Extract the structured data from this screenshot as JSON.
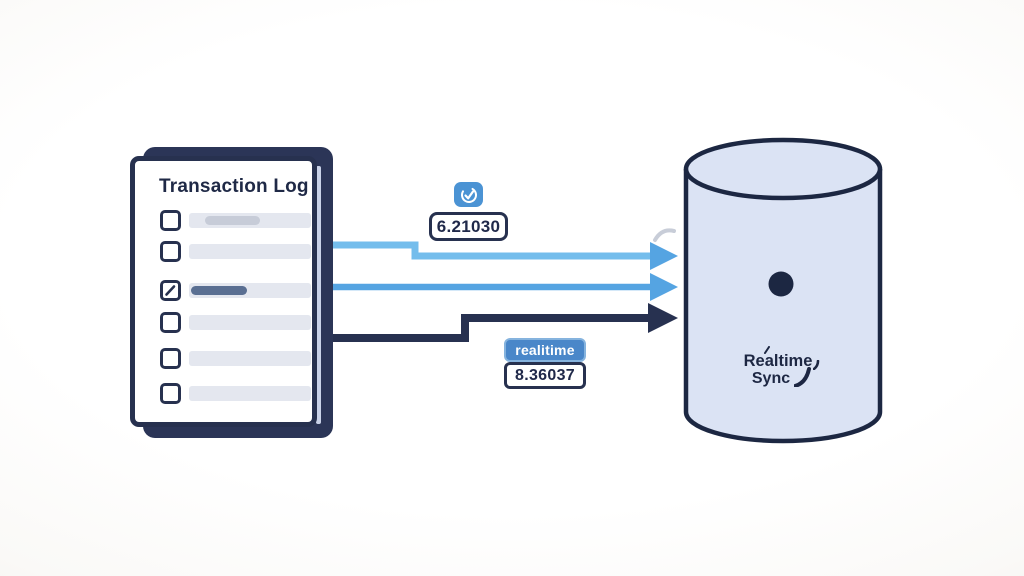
{
  "document": {
    "title": "Transaction Log",
    "rows": [
      {
        "checked": false,
        "inner_pill": "gray-short"
      },
      {
        "checked": false,
        "inner_pill": null
      },
      {
        "checked": true,
        "inner_pill": "blue-highlight"
      },
      {
        "checked": false,
        "inner_pill": null
      },
      {
        "checked": false,
        "inner_pill": null
      },
      {
        "checked": false,
        "inner_pill": null
      }
    ]
  },
  "annotations": {
    "sync_badge_icon": "sync-check-icon",
    "top_value": "6.21030",
    "stream_badge": "realitime",
    "bottom_value": "8.36037"
  },
  "database": {
    "label_line1": "Realtime",
    "label_line2": "Sync"
  },
  "colors": {
    "navy": "#27314f",
    "light_blue_arrow": "#74bdec",
    "blue_arrow": "#55a4e2",
    "badge_blue": "#4b93d4",
    "stream_pill_blue": "#4a87c9",
    "cylinder_fill": "#dbe3f4",
    "bar_gray": "#e4e7ef",
    "inner_pill_gray": "#c7ccd8",
    "highlight_pill_blue": "#5a6f92"
  }
}
